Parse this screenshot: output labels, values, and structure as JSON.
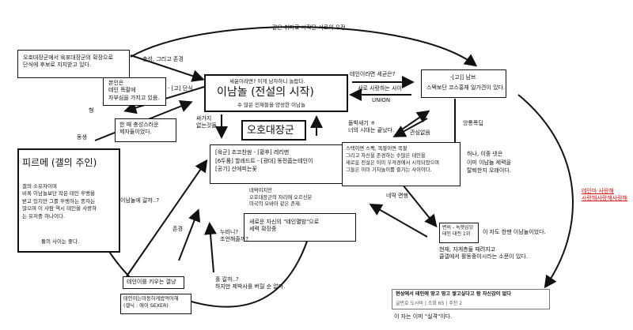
{
  "title_top": "같은 취미로 시작된 서로의 우정",
  "nodes": {
    "oho_support": "오호대장군에서 육포대장군의 확장으로\n단식에 후보로 지지받고 있다.",
    "mainnam": "본인은\n테인 똑팔에\n자부심을 가지고 있음.",
    "mainnam_side": "- [고] 단식",
    "inamnol_title": "이남놀 (전설의 시작)",
    "inamnol_top": "세윤이라면? 이게 남자하니 놀랍다.",
    "inamnol_bottom": "수 많은 인재들을 양성한 이남놀",
    "oho_title": "오호대장군",
    "pirme_title": "피르메 (갤의 주인)",
    "pirme_body": "갤의 소유자이며\n비록 이남놀보단 작은 테인 후뱅을\n받고 있지만 그를 후뱅하는 종자는\n많으며 이 사람 역시 테인을 사랑하\n는 유저중 하나이다.",
    "pirme_footer": "둘의 사이는 좋다.",
    "loyal": "한 때 충성스러운\n제자들이었다.",
    "members": "[육군] 조코찬쌈 - [황후] 레리맨\n[6두품] 할래드트 - [광대] 동전줍는테인이\n[공기] 산에피는꽃",
    "sekil_name": "-[고]] 남브",
    "sekil_desc": "스택보단 코스홍체 일가견이 있다.",
    "tein_love": "스택이면 스펙, 똑팔이면 똑팔\n그리고 자신을 존경하는 수많은 테인을\n새로운 전설은 이미 우져경에서 시작되었으며\n그들은 이미 기차놀이를 즐기는 사이이다.",
    "new_legend": "새로운 자신의 \"테인멸밤\"으로\n세력 확장중",
    "new_legend_above": "네딱이지만\n오호대장군의 자리에 오르신분\n미국의 오바마 같은 존재.",
    "right_desc": "허나, 이중 넷은\n이미 이남놀 세력을\n탈퇴한지 오래이다.",
    "tein_champion": "변의 - 녹엣심잉\n테인 대전 1위",
    "tein_champion_side": "이 자도 한땐 이남놀이었다.",
    "current": "현재, 자게층들 때려지고\n클갤에서 활동중이시라는 소문이 있다.",
    "red_note": "테인마 사랑해\n사랑해사랑해사랑해",
    "grow_box": "테인이를 키우는 갤냥",
    "grow_sub": "테인이는마동하게밥먹어해\n(갤닉 : 에이 SEXER)",
    "post": {
      "title": "현상에서 테인에 땅고 땅고 쌓고싶다고 함 자신감이 없다",
      "meta": "글번호  도사비  |  조회  65  |  추천  2"
    },
    "post_footer": "이 자는 이미 \"실격\"이다."
  },
  "labels": {
    "respect_top": "충성, 그리고 존경",
    "tein_q": "테인이라면 세균은?",
    "love_side": "서로 사랑하는 사이",
    "union": "UNION",
    "hyung": "형",
    "dongsaeng": "동생",
    "ssaga": "싸가지\n없는것들",
    "dolbak": "돌박새기 ㅎ\n너의 시대는 끝났다.",
    "gwansim": "관심없음",
    "ahngpok": "앙통폭딥",
    "nedak": "네딱 면행",
    "inam_gal": "이남놀에 갈까..?",
    "jongyeong": "존경",
    "nubinya": "누비니?\n조언해줄까?",
    "hol_gga": "홀 갈까..?\n하지만 제박사를 버릴 순 없다."
  },
  "colors": {
    "red": "#dd1111",
    "border": "#111111"
  }
}
